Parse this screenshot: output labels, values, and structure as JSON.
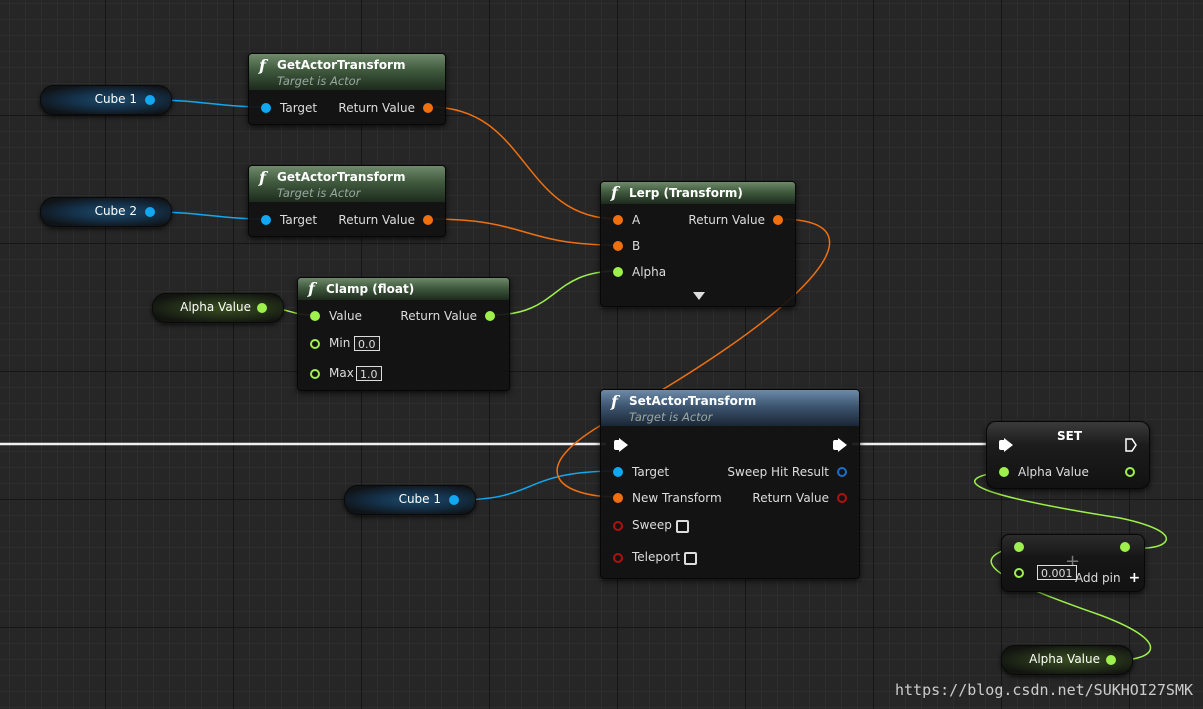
{
  "canvas": {
    "type": "unreal-blueprint-graph"
  },
  "variables": {
    "cube1_a": "Cube 1",
    "cube2": "Cube 2",
    "alpha_value_clamp": "Alpha Value",
    "cube1_b": "Cube 1",
    "alpha_value_bottom": "Alpha Value"
  },
  "get_actor_transform_1": {
    "icon": "function-icon",
    "fn": "f",
    "title": "GetActorTransform",
    "subtitle": "Target is Actor",
    "target": "Target",
    "return_value": "Return Value"
  },
  "get_actor_transform_2": {
    "icon": "function-icon",
    "fn": "f",
    "title": "GetActorTransform",
    "subtitle": "Target is Actor",
    "target": "Target",
    "return_value": "Return Value"
  },
  "lerp": {
    "fn": "f",
    "title": "Lerp (Transform)",
    "a": "A",
    "b": "B",
    "alpha": "Alpha",
    "return_value": "Return Value"
  },
  "clamp": {
    "fn": "f",
    "title": "Clamp (float)",
    "value": "Value",
    "return_value": "Return Value",
    "min": "Min",
    "min_value": "0.0",
    "max": "Max",
    "max_value": "1.0"
  },
  "set_actor_transform": {
    "fn": "f",
    "title": "SetActorTransform",
    "subtitle": "Target is Actor",
    "target": "Target",
    "sweep_hit_result": "Sweep Hit Result",
    "new_transform": "New Transform",
    "return_value": "Return Value",
    "sweep": "Sweep",
    "teleport": "Teleport"
  },
  "set_node": {
    "title": "SET",
    "alpha_value": "Alpha Value"
  },
  "add_node": {
    "input_value": "0.001",
    "add_pin": "Add pin",
    "add_pin_icon": "plus-icon"
  },
  "watermark": "https://blog.csdn.net/SUKHOI27SMK",
  "colors": {
    "exec": "#ffffff",
    "object_pin": "#10a8f0",
    "transform_pin": "#f07010",
    "float_pin": "#9ef04c",
    "struct_pin": "#1870c8",
    "bool_pin": "#b01010"
  }
}
